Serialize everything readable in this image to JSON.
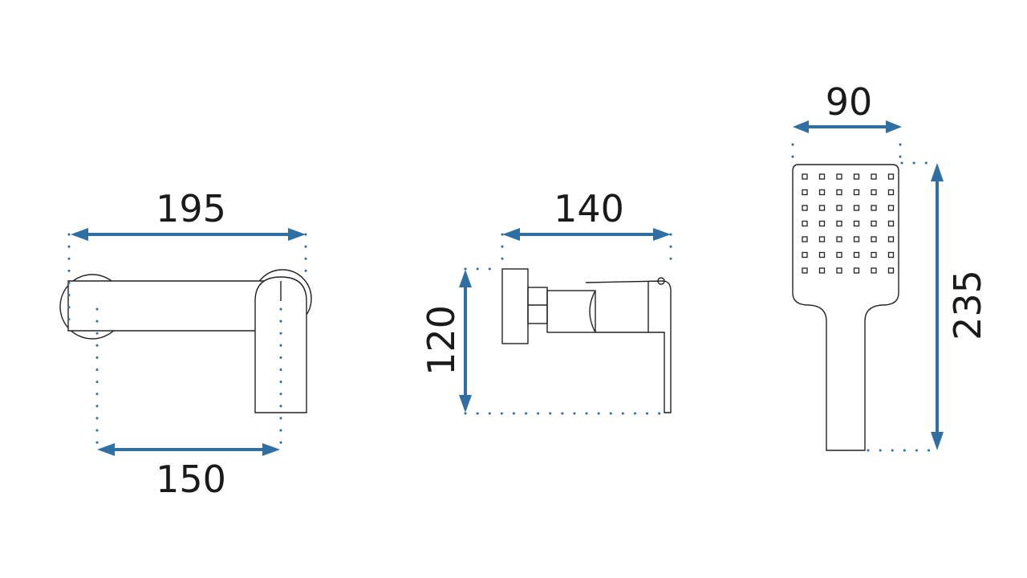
{
  "colors": {
    "accent": "#2f6fa3",
    "outline": "#222222",
    "text": "#1a1a1a",
    "background": "#ffffff"
  },
  "views": {
    "spout": {
      "width_label": "195",
      "projection_label": "150"
    },
    "mixer": {
      "depth_label": "140",
      "height_label": "120"
    },
    "hand_shower": {
      "width_label": "90",
      "length_label": "235"
    }
  }
}
